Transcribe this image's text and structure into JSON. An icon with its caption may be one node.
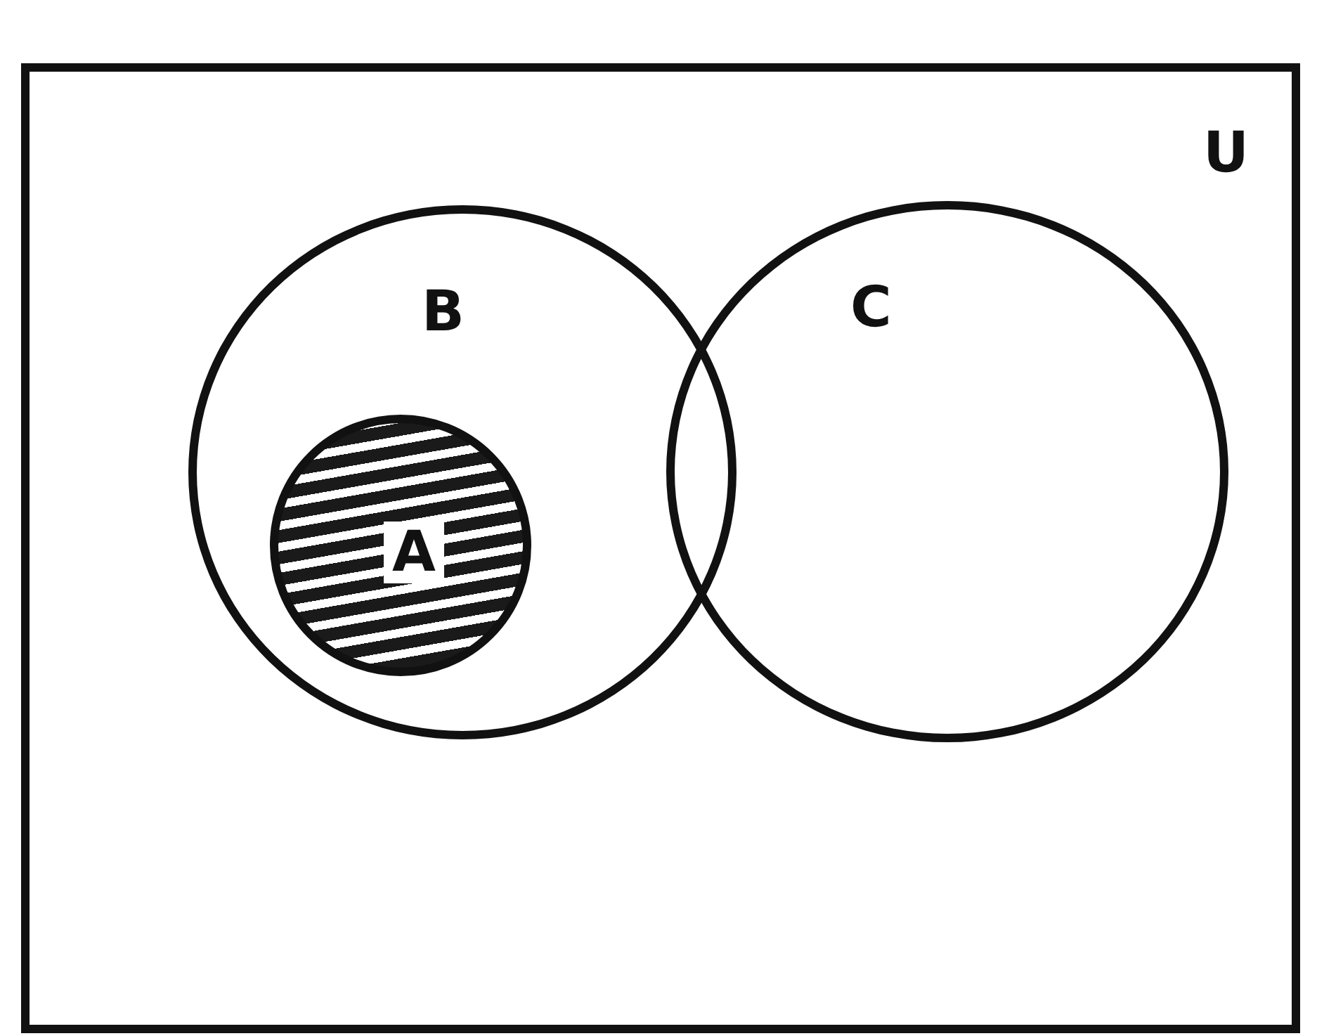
{
  "diagram": {
    "nodes": [
      {
        "text": [
          "U"
        ]
      },
      {
        "text": [
          "B"
        ],
        "in": 0
      },
      {
        "text": [
          "C"
        ],
        "in": 0
      },
      {
        "text": [
          "A"
        ],
        "in": 1
      }
    ]
  }
}
